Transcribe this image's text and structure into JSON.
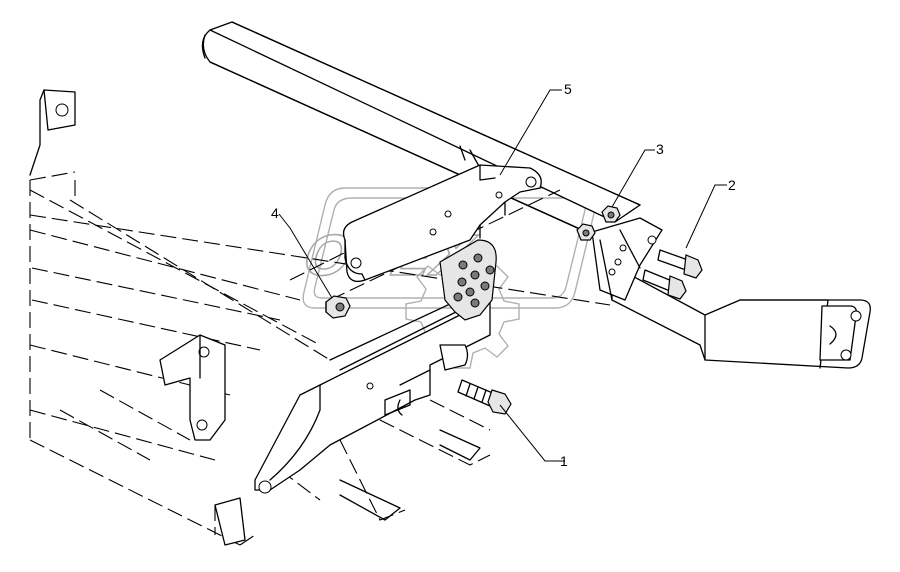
{
  "diagram": {
    "callouts": [
      {
        "id": "1",
        "label": "1",
        "part": "bolt-large"
      },
      {
        "id": "2",
        "label": "2",
        "part": "bolts-small"
      },
      {
        "id": "3",
        "label": "3",
        "part": "nuts-small"
      },
      {
        "id": "4",
        "label": "4",
        "part": "nut"
      },
      {
        "id": "5",
        "label": "5",
        "part": "link-arm"
      }
    ],
    "watermark": {
      "text": "OPEX"
    }
  }
}
